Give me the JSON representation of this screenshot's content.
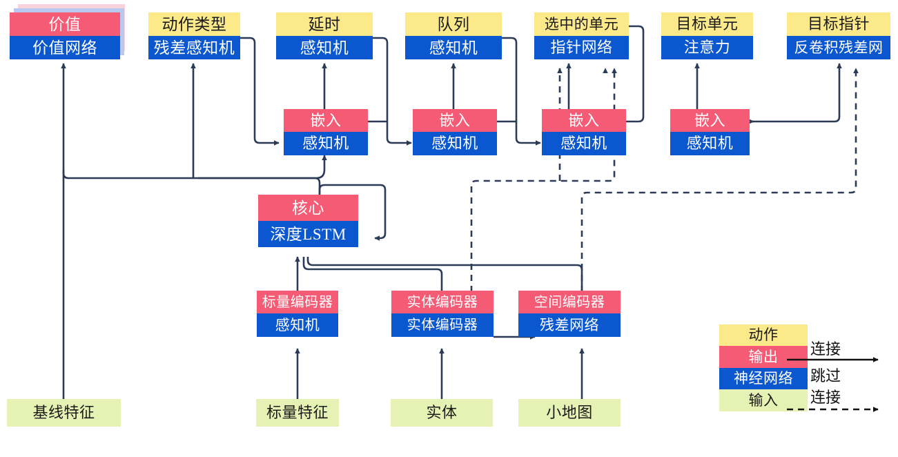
{
  "diagram": {
    "title": "AlphaStar-style network architecture diagram (Chinese labels)",
    "palette": {
      "action": "#fbe98a",
      "output": "#f55b75",
      "neural_network": "#0a57d0",
      "input": "#e6f2b3",
      "wire": "#2b3a55",
      "shadow_pink": "#f9d2dc",
      "shadow_blue": "#b9c8ef"
    },
    "outputs_row": [
      {
        "name": "value",
        "top": "价值",
        "bottom": "价值网络",
        "top_kind": "output",
        "bottom_kind": "nn",
        "stacked": true
      },
      {
        "name": "action-type",
        "top": "动作类型",
        "bottom": "残差感知机",
        "top_kind": "action",
        "bottom_kind": "nn",
        "stacked": false
      },
      {
        "name": "delay",
        "top": "延时",
        "bottom": "感知机",
        "top_kind": "action",
        "bottom_kind": "nn",
        "stacked": false
      },
      {
        "name": "queue",
        "top": "队列",
        "bottom": "感知机",
        "top_kind": "action",
        "bottom_kind": "nn",
        "stacked": false
      },
      {
        "name": "selected-units",
        "top": "选中的单元",
        "bottom": "指针网络",
        "top_kind": "action",
        "bottom_kind": "nn",
        "stacked": false
      },
      {
        "name": "target-unit",
        "top": "目标单元",
        "bottom": "注意力",
        "top_kind": "action",
        "bottom_kind": "nn",
        "stacked": false
      },
      {
        "name": "target-point",
        "top": "目标指针",
        "bottom": "反卷积残差网",
        "top_kind": "action",
        "bottom_kind": "nn",
        "stacked": false
      }
    ],
    "embed_row": [
      {
        "name": "embed-1",
        "top": "嵌入",
        "bottom": "感知机"
      },
      {
        "name": "embed-2",
        "top": "嵌入",
        "bottom": "感知机"
      },
      {
        "name": "embed-3",
        "top": "嵌入",
        "bottom": "感知机"
      },
      {
        "name": "embed-4",
        "top": "嵌入",
        "bottom": "感知机"
      }
    ],
    "core": {
      "name": "core",
      "top": "核心",
      "bottom": "深度LSTM"
    },
    "encoders": [
      {
        "name": "scalar-encoder",
        "top": "标量编码器",
        "bottom": "感知机"
      },
      {
        "name": "entity-encoder",
        "top": "实体编码器",
        "bottom": "实体编码器"
      },
      {
        "name": "spatial-encoder",
        "top": "空间编码器",
        "bottom": "残差网络"
      }
    ],
    "inputs": [
      {
        "name": "baseline-features",
        "label": "基线特征"
      },
      {
        "name": "scalar-features",
        "label": "标量特征"
      },
      {
        "name": "entities",
        "label": "实体"
      },
      {
        "name": "minimap",
        "label": "小地图"
      }
    ],
    "legend": {
      "swatches": [
        {
          "name": "legend-action",
          "label": "动作",
          "kind": "action"
        },
        {
          "name": "legend-output",
          "label": "输出",
          "kind": "output"
        },
        {
          "name": "legend-nn",
          "label": "神经网络",
          "kind": "nn"
        },
        {
          "name": "legend-input",
          "label": "输入",
          "kind": "input"
        }
      ],
      "connection_label": "连接",
      "skip_label_line1": "跳过",
      "skip_label_line2": "连接"
    }
  }
}
